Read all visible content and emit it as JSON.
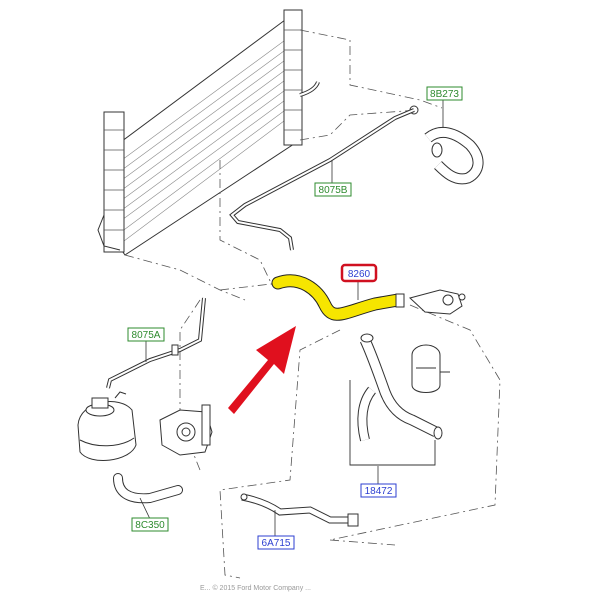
{
  "diagram": {
    "highlighted_part": "8260",
    "colors": {
      "line": "#333333",
      "dash": "#555555",
      "label_green": "#2e8b2e",
      "label_blue": "#2c3fd1",
      "label_red": "#d01020",
      "highlight_hose": "#f6e500",
      "arrow_red": "#e0101e"
    },
    "callouts": [
      {
        "id": "8B273",
        "text": "8B273",
        "style": "green"
      },
      {
        "id": "8075B",
        "text": "8075B",
        "style": "green"
      },
      {
        "id": "8260",
        "text": "8260",
        "style": "red"
      },
      {
        "id": "8075A",
        "text": "8075A",
        "style": "green"
      },
      {
        "id": "18472",
        "text": "18472",
        "style": "blue"
      },
      {
        "id": "8C350",
        "text": "8C350",
        "style": "green"
      },
      {
        "id": "6A715",
        "text": "6A715",
        "style": "blue"
      }
    ],
    "footer": "E... © 2015 Ford Motor Company ... "
  }
}
